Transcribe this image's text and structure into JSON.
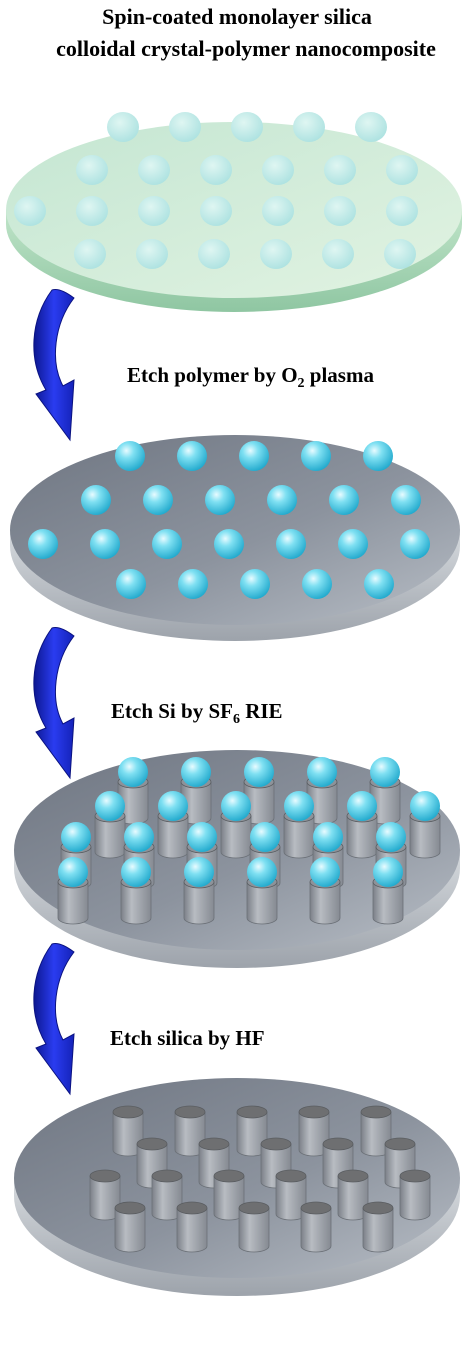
{
  "title": {
    "line1": "Spin-coated monolayer silica",
    "line2": "colloidal crystal-polymer nanocomposite"
  },
  "steps": [
    {
      "label_main": "Etch polymer by O",
      "label_sub": "2",
      "label_tail": " plasma"
    },
    {
      "label_main": "Etch Si by SF",
      "label_sub": "6",
      "label_tail": " RIE"
    },
    {
      "label_main": "Etch silica by HF",
      "label_sub": "",
      "label_tail": ""
    }
  ],
  "colors": {
    "film_top": "#d6ecd7",
    "film_rim": "#a9d6b4",
    "wafer_top": "#878e99",
    "wafer_rim": "#c4c9d0",
    "sphere": "#5fd0e8",
    "sphere_highlight": "#c9f2fb",
    "pillar": "#9aa0a8",
    "pillar_top": "#6d6e70",
    "arrow": "#1f2fd0",
    "arrow_dark": "#0c1790"
  }
}
